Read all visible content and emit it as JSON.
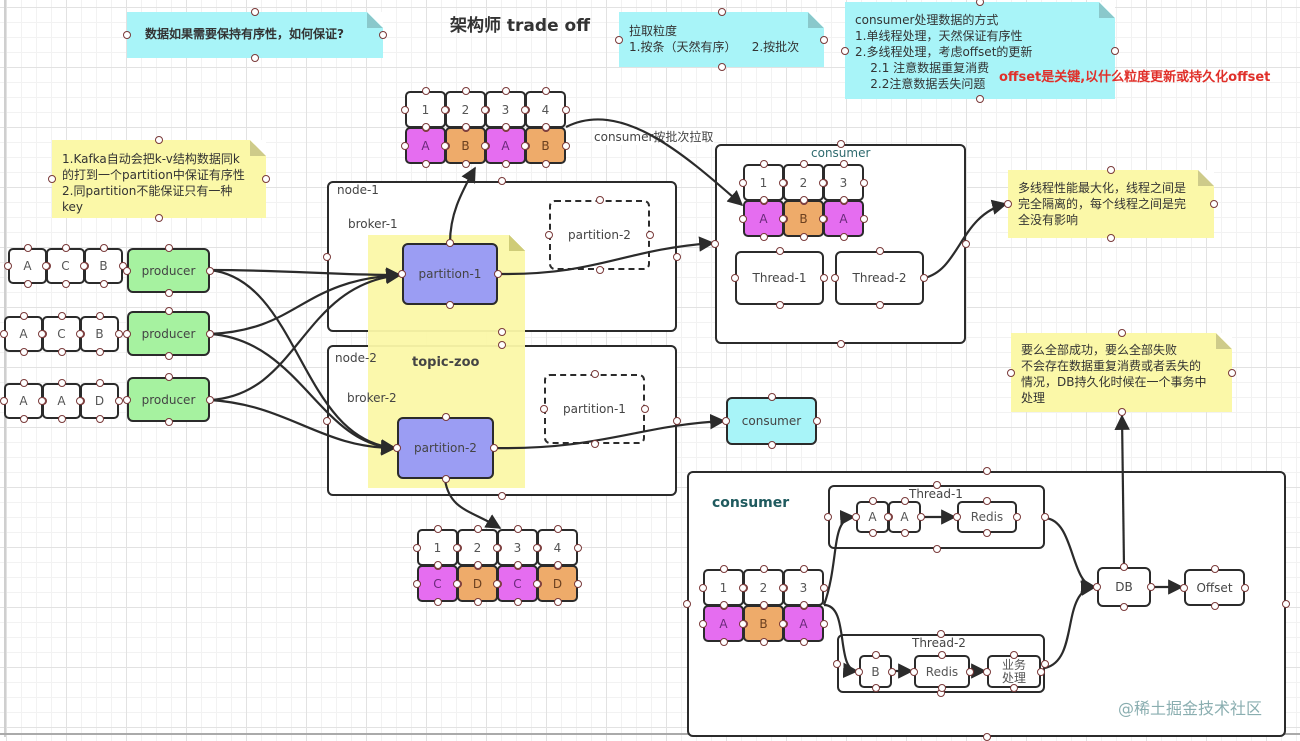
{
  "title": "架构师 trade off",
  "notes": {
    "ordering_question": "数据如果需要保持有序性，如何保证?",
    "pull_granularity": [
      "拉取粒度",
      "1.按条（天然有序）    2.按批次"
    ],
    "consumer_modes": [
      "consumer处理数据的方式",
      "1.单线程处理，天然保证有序性",
      "2.多线程处理，考虑offset的更新",
      "    2.1 注意数据重复消费",
      "    2.2注意数据丢失问题"
    ],
    "offset_key": "offset是关键,以什么粒度更新或持久化offset",
    "kafka_key": [
      "1.Kafka自动会把k-v结构数据同k",
      "的打到一个partition中保证有序性",
      "2.同partition不能保证只有一种",
      "key"
    ],
    "multithread_perf": [
      "多线程性能最大化，线程之间是",
      "完全隔离的，每个线程之间是完",
      "全没有影响"
    ],
    "transaction": [
      "要么全部成功，要么全部失败",
      "不会存在数据重复消费或者丢失的",
      "情况，DB持久化时候在一个事务中",
      "处理"
    ]
  },
  "producers": [
    {
      "label": "producer",
      "messages": [
        "A",
        "C",
        "B"
      ]
    },
    {
      "label": "producer",
      "messages": [
        "A",
        "C",
        "B"
      ]
    },
    {
      "label": "producer",
      "messages": [
        "A",
        "A",
        "D"
      ]
    }
  ],
  "topic": {
    "label": "topic-zoo"
  },
  "nodes": [
    {
      "label": "node-1",
      "broker": "broker-1",
      "leader": "partition-1",
      "replica": "partition-2"
    },
    {
      "label": "node-2",
      "broker": "broker-2",
      "leader": "partition-2",
      "replica": "partition-1"
    }
  ],
  "partition1_batch": {
    "offsets": [
      "1",
      "2",
      "3",
      "4"
    ],
    "keys": [
      "A",
      "B",
      "A",
      "B"
    ]
  },
  "partition2_batch": {
    "offsets": [
      "1",
      "2",
      "3",
      "4"
    ],
    "keys": [
      "C",
      "D",
      "C",
      "D"
    ]
  },
  "batch_pull_label": "consumer按批次拉取",
  "consumer_top": {
    "label": "consumer",
    "offsets": [
      "1",
      "2",
      "3"
    ],
    "keys": [
      "A",
      "B",
      "A"
    ],
    "threads": [
      "Thread-1",
      "Thread-2"
    ]
  },
  "consumer_small": {
    "label": "consumer"
  },
  "consumer_bottom": {
    "label": "consumer",
    "offsets": [
      "1",
      "2",
      "3"
    ],
    "keys": [
      "A",
      "B",
      "A"
    ],
    "thread1": {
      "label": "Thread-1",
      "items": [
        "A",
        "A"
      ],
      "store": "Redis"
    },
    "thread2": {
      "label": "Thread-2",
      "items": [
        "B"
      ],
      "store": "Redis",
      "process": "业务\n处理"
    },
    "db": "DB",
    "offset": "Offset"
  },
  "watermark": "@稀土掘金技术社区",
  "colors": {
    "note_cyan": "#a8f4f8",
    "note_yellow": "#fbf8a8",
    "producer_green": "#a6f2a0",
    "partition_purple": "#9b9df3",
    "key_magenta": "#e56df0",
    "key_orange": "#eeab6a",
    "highlight_red": "#e0302a"
  }
}
